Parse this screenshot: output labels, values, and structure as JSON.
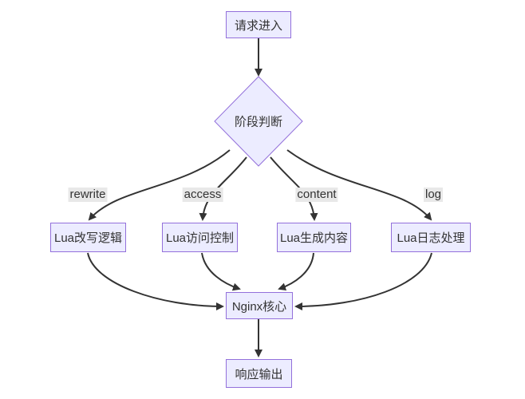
{
  "diagram": {
    "colors": {
      "node_fill": "#ECECFF",
      "node_border": "#9370DB",
      "edge_stroke": "#333333",
      "text": "#333333",
      "edge_label_bg": "#e8e8e8"
    },
    "nodes": {
      "request_in": "请求进入",
      "stage_decision": "阶段判断",
      "lua_rewrite": "Lua改写逻辑",
      "lua_access": "Lua访问控制",
      "lua_content": "Lua生成内容",
      "lua_log": "Lua日志处理",
      "nginx_core": "Nginx核心",
      "response_out": "响应输出"
    },
    "edge_labels": {
      "rewrite": "rewrite",
      "access": "access",
      "content": "content",
      "log": "log"
    }
  }
}
